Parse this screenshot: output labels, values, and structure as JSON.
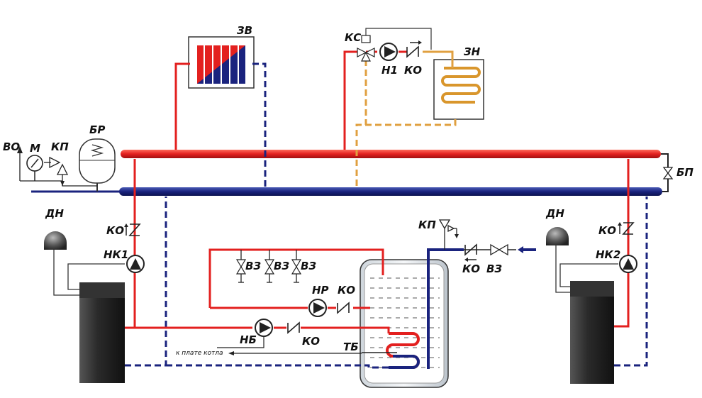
{
  "diagram": {
    "labels": {
      "zv": "ЗВ",
      "ks": "КС",
      "n1": "Н1",
      "ko_top": "КО",
      "zn": "ЗН",
      "vo": "ВО",
      "m": "М",
      "kp_left": "КП",
      "br": "БР",
      "bp": "БП",
      "dn_left": "ДН",
      "ko_left": "КО",
      "nk1": "НК1",
      "vz1": "ВЗ",
      "vz2": "ВЗ",
      "vz3": "ВЗ",
      "nr": "НР",
      "ko_nr": "КО",
      "nb": "НБ",
      "ko_nb": "КО",
      "tb": "ТБ",
      "to_board": "к плате котла",
      "kp_right": "КП",
      "ko_inlet": "КО",
      "vz_inlet": "ВЗ",
      "dn_right": "ДН",
      "ko_right": "КО",
      "nk2": "НК2"
    },
    "colors": {
      "supply": "#e8262b",
      "return": "#1a237e",
      "floor_loop": "#e0a040",
      "boiler_body": "#222222",
      "tank_water": "#ffffff"
    }
  }
}
